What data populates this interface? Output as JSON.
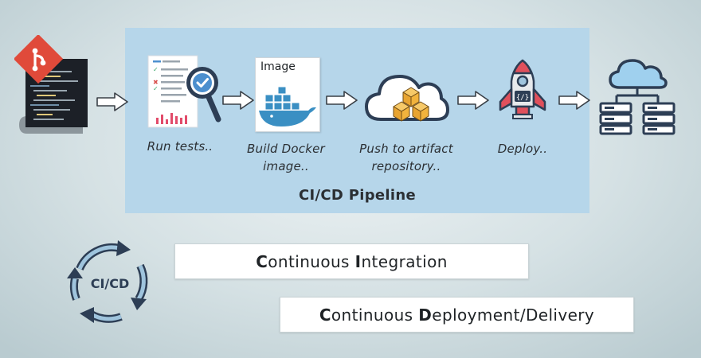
{
  "pipeline": {
    "title": "CI/CD Pipeline",
    "stages": [
      {
        "label": "Run tests.."
      },
      {
        "label_line1": "Build Docker",
        "label_line2": "image.."
      },
      {
        "label_line1": "Push to artifact",
        "label_line2": "repository.."
      },
      {
        "label": "Deploy.."
      }
    ],
    "docker_caption": "Image"
  },
  "cycle_label": "CI/CD",
  "boxes": {
    "ci": {
      "first_letter": "C",
      "rest1": "ontinuous ",
      "second_letter": "I",
      "rest2": "ntegration"
    },
    "cd": {
      "first_letter": "C",
      "rest1": "ontinuous ",
      "second_letter": "D",
      "rest2": "eployment/Delivery"
    }
  },
  "colors": {
    "panel": "#b6d6ea",
    "git_red": "#e04a3a",
    "navy": "#2d3e55",
    "docker_blue": "#3a8fc3",
    "cube_orange": "#f2b33d"
  },
  "icons": [
    "git-source-icon",
    "test-report-icon",
    "docker-image-icon",
    "cloud-boxes-icon",
    "rocket-icon",
    "cloud-servers-icon",
    "cycle-arrows-icon"
  ]
}
